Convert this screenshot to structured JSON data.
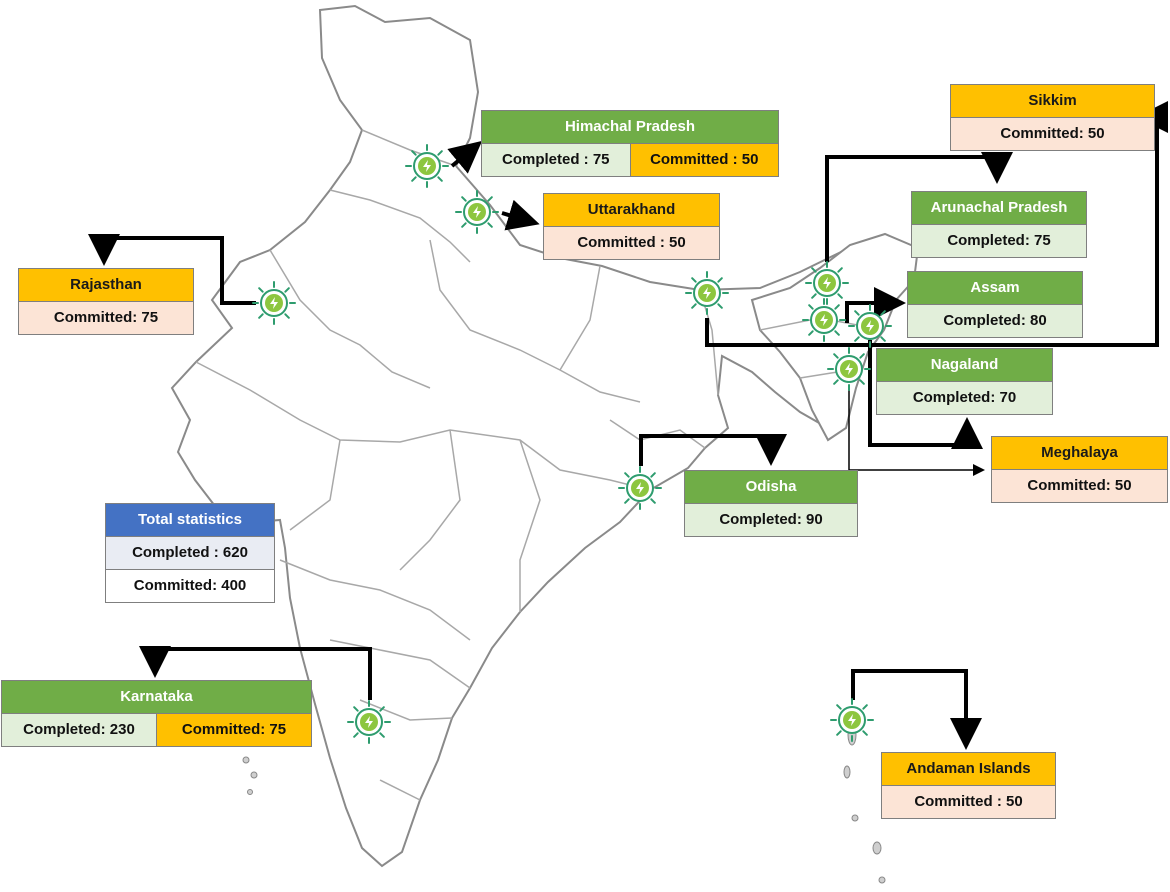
{
  "colors": {
    "completed_header": "#70ad47",
    "committed_header": "#ffc000",
    "total_header": "#4472c4",
    "completed_cell": "#e2efda",
    "committed_cell": "#fce4d6",
    "station_icon": "#8dc63f",
    "station_rays": "#2e9c6e"
  },
  "icon": "ev-charging-station-icon",
  "states": {
    "himachal": {
      "name": "Himachal Pradesh",
      "completed": "Completed : 75",
      "committed": "Committed : 50"
    },
    "uttarakhand": {
      "name": "Uttarakhand",
      "committed": "Committed : 50"
    },
    "sikkim": {
      "name": "Sikkim",
      "committed": "Committed: 50"
    },
    "arunachal": {
      "name": "Arunachal Pradesh",
      "completed": "Completed: 75"
    },
    "rajasthan": {
      "name": "Rajasthan",
      "committed": "Committed: 75"
    },
    "assam": {
      "name": "Assam",
      "completed": "Completed: 80"
    },
    "nagaland": {
      "name": "Nagaland",
      "completed": "Completed: 70"
    },
    "meghalaya": {
      "name": "Meghalaya",
      "committed": "Committed: 50"
    },
    "odisha": {
      "name": "Odisha",
      "completed": "Completed: 90"
    },
    "karnataka": {
      "name": "Karnataka",
      "completed": "Completed: 230",
      "committed": "Committed: 75"
    },
    "andaman": {
      "name": "Andaman Islands",
      "committed": "Committed : 50"
    }
  },
  "total": {
    "title": "Total statistics",
    "completed": "Completed : 620",
    "committed": "Committed: 400"
  }
}
